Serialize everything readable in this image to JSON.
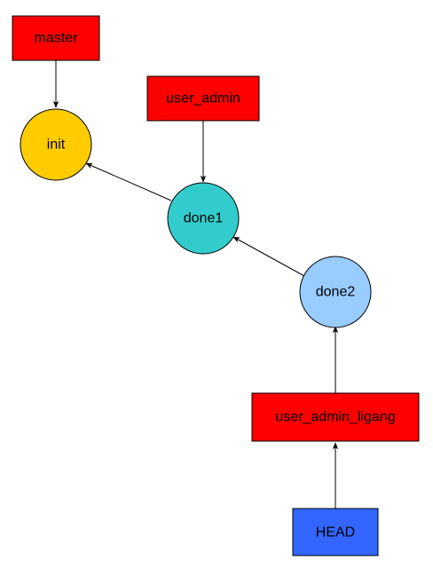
{
  "diagram": {
    "nodes": {
      "master": {
        "label": "master",
        "shape": "rect",
        "fill": "#ff0000"
      },
      "init": {
        "label": "init",
        "shape": "circle",
        "fill": "#ffcc00"
      },
      "user_admin": {
        "label": "user_admin",
        "shape": "rect",
        "fill": "#ff0000"
      },
      "done1": {
        "label": "done1",
        "shape": "circle",
        "fill": "#33cccc"
      },
      "done2": {
        "label": "done2",
        "shape": "circle",
        "fill": "#99ccff"
      },
      "user_admin_ligang": {
        "label": "user_admin_ligang",
        "shape": "rect",
        "fill": "#ff0000"
      },
      "head": {
        "label": "HEAD",
        "shape": "rect",
        "fill": "#3366ff"
      }
    },
    "edges": [
      {
        "from": "master",
        "to": "init"
      },
      {
        "from": "user_admin",
        "to": "done1"
      },
      {
        "from": "done1",
        "to": "init"
      },
      {
        "from": "done2",
        "to": "done1"
      },
      {
        "from": "user_admin_ligang",
        "to": "done2"
      },
      {
        "from": "head",
        "to": "user_admin_ligang"
      }
    ]
  }
}
